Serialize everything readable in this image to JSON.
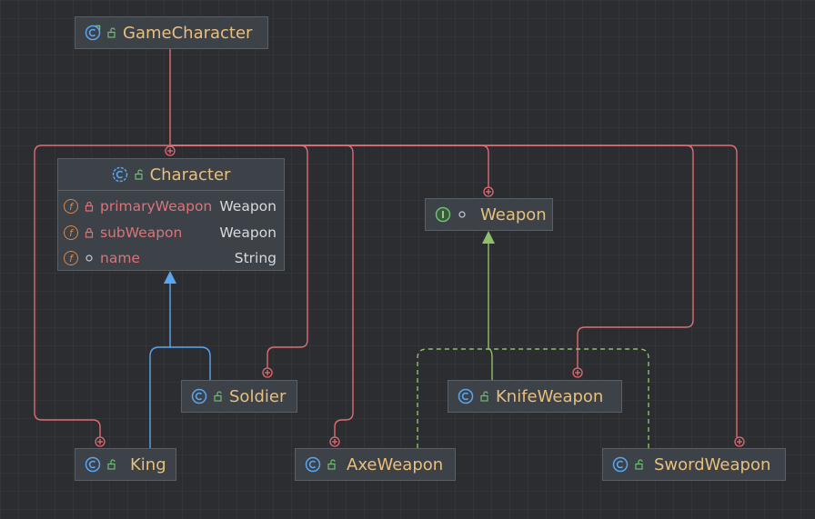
{
  "nodes": {
    "game_character": {
      "title": "GameCharacter"
    },
    "character": {
      "title": "Character",
      "fields": [
        {
          "name": "primaryWeapon",
          "type": "Weapon",
          "visibility": "private"
        },
        {
          "name": "subWeapon",
          "type": "Weapon",
          "visibility": "private"
        },
        {
          "name": "name",
          "type": "String",
          "visibility": "package"
        }
      ]
    },
    "weapon": {
      "title": "Weapon"
    },
    "soldier": {
      "title": "Soldier"
    },
    "knife_weapon": {
      "title": "KnifeWeapon"
    },
    "king": {
      "title": "King"
    },
    "axe_weapon": {
      "title": "AxeWeapon"
    },
    "sword_weapon": {
      "title": "SwordWeapon"
    }
  },
  "edges": [
    {
      "from": "GameCharacter",
      "to": "Character",
      "kind": "inner-class"
    },
    {
      "from": "GameCharacter",
      "to": "King",
      "kind": "inner-class"
    },
    {
      "from": "GameCharacter",
      "to": "Soldier",
      "kind": "inner-class"
    },
    {
      "from": "GameCharacter",
      "to": "AxeWeapon",
      "kind": "inner-class"
    },
    {
      "from": "GameCharacter",
      "to": "Weapon",
      "kind": "inner-class"
    },
    {
      "from": "GameCharacter",
      "to": "KnifeWeapon",
      "kind": "inner-class"
    },
    {
      "from": "GameCharacter",
      "to": "SwordWeapon",
      "kind": "inner-class"
    },
    {
      "from": "King",
      "to": "Character",
      "kind": "extends"
    },
    {
      "from": "Soldier",
      "to": "Character",
      "kind": "extends"
    },
    {
      "from": "AxeWeapon",
      "to": "Weapon",
      "kind": "implements"
    },
    {
      "from": "KnifeWeapon",
      "to": "Weapon",
      "kind": "implements"
    },
    {
      "from": "SwordWeapon",
      "to": "Weapon",
      "kind": "implements"
    }
  ],
  "colors": {
    "inner_class_edge": "#e06c75",
    "extends_edge": "#5aa6f0",
    "implements_edge": "#8fbf6a",
    "title_text": "#e8c07d",
    "field_name": "#d9757a",
    "field_type": "#d7d9dc"
  }
}
